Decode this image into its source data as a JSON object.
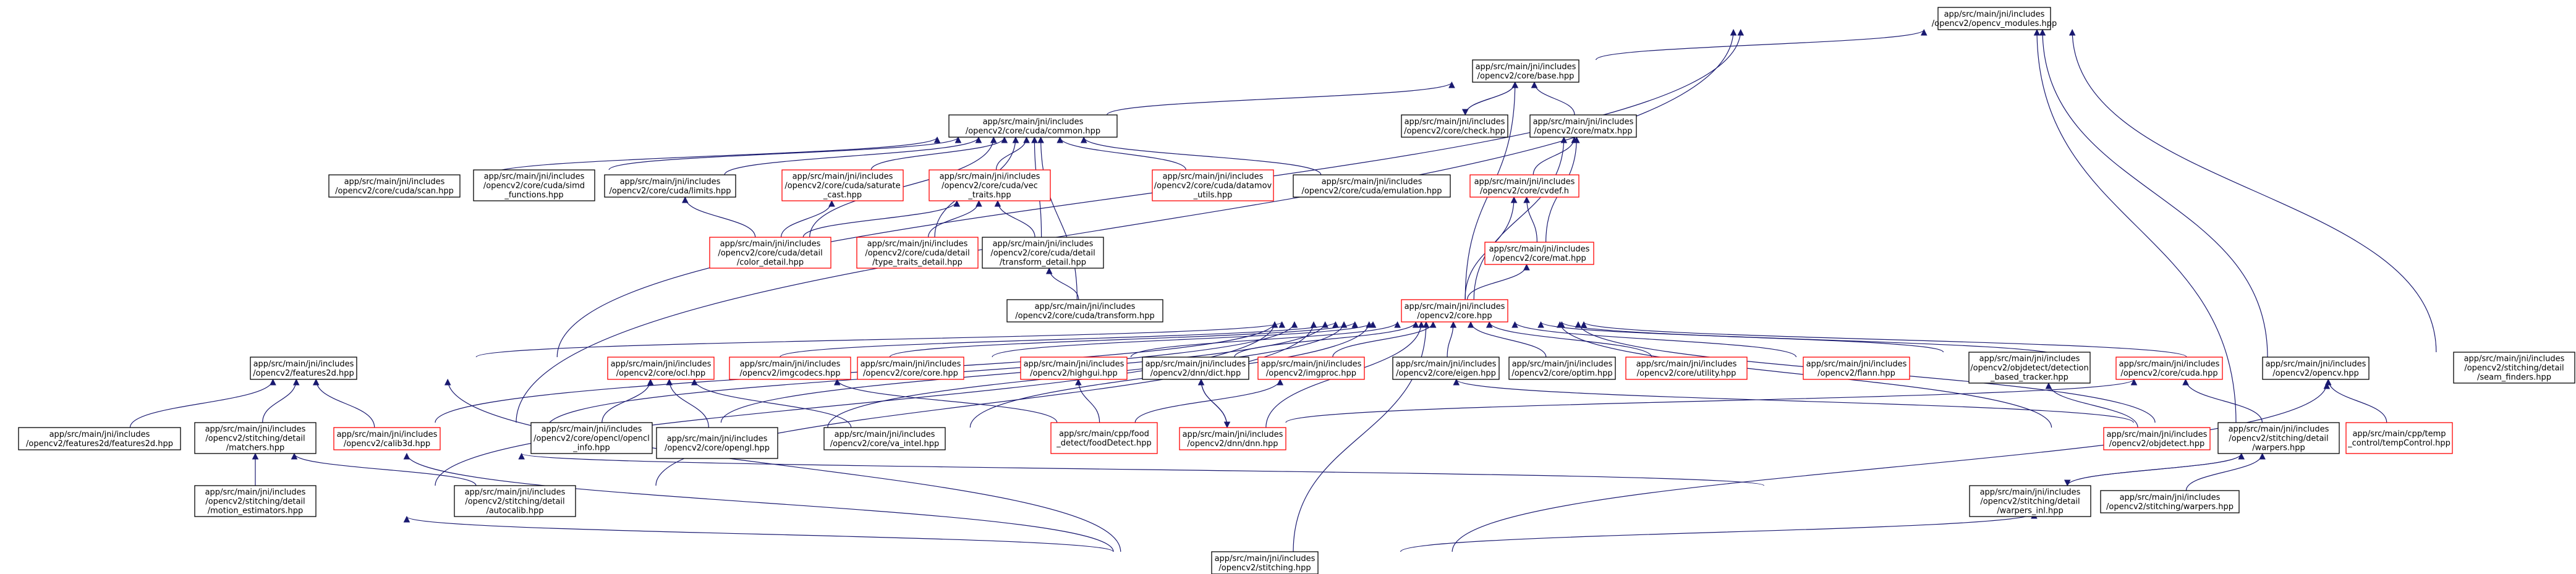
{
  "colors": {
    "background": "#ffffff",
    "root_fill": "#bfbfbf",
    "border_default": "#000000",
    "border_truncated": "#ff0000",
    "edge": "#191970"
  },
  "nodes": [
    {
      "id": "n0",
      "lines": [
        "app/src/main/jni/includes",
        "/opencv2/opencv_modules.hpp"
      ],
      "style": "root"
    },
    {
      "id": "n1",
      "lines": [
        "app/src/main/jni/includes",
        "/opencv2/core/base.hpp"
      ],
      "style": "normal"
    },
    {
      "id": "n2",
      "lines": [
        "app/src/main/jni/includes",
        "/opencv2/core/cuda/common.hpp"
      ],
      "style": "normal"
    },
    {
      "id": "n3",
      "lines": [
        "app/src/main/jni/includes",
        "/opencv2/core/check.hpp"
      ],
      "style": "normal"
    },
    {
      "id": "n4",
      "lines": [
        "app/src/main/jni/includes",
        "/opencv2/core/matx.hpp"
      ],
      "style": "normal"
    },
    {
      "id": "n5",
      "lines": [
        "app/src/main/jni/includes",
        "/opencv2/core/cuda/scan.hpp"
      ],
      "style": "normal"
    },
    {
      "id": "n6",
      "lines": [
        "app/src/main/jni/includes",
        "/opencv2/core/cuda/simd",
        "_functions.hpp"
      ],
      "style": "normal"
    },
    {
      "id": "n7",
      "lines": [
        "app/src/main/jni/includes",
        "/opencv2/core/cuda/limits.hpp"
      ],
      "style": "normal"
    },
    {
      "id": "n8",
      "lines": [
        "app/src/main/jni/includes",
        "/opencv2/core/cuda/saturate",
        "_cast.hpp"
      ],
      "style": "truncated"
    },
    {
      "id": "n9",
      "lines": [
        "app/src/main/jni/includes",
        "/opencv2/core/cuda/vec",
        "_traits.hpp"
      ],
      "style": "truncated"
    },
    {
      "id": "n10",
      "lines": [
        "app/src/main/jni/includes",
        "/opencv2/core/cuda/datamov",
        "_utils.hpp"
      ],
      "style": "truncated"
    },
    {
      "id": "n11",
      "lines": [
        "app/src/main/jni/includes",
        "/opencv2/core/cuda/emulation.hpp"
      ],
      "style": "normal"
    },
    {
      "id": "n12",
      "lines": [
        "app/src/main/jni/includes",
        "/opencv2/core/cvdef.h"
      ],
      "style": "truncated"
    },
    {
      "id": "n13",
      "lines": [
        "app/src/main/jni/includes",
        "/opencv2/core/cuda/detail",
        "/color_detail.hpp"
      ],
      "style": "truncated"
    },
    {
      "id": "n14",
      "lines": [
        "app/src/main/jni/includes",
        "/opencv2/core/cuda/detail",
        "/type_traits_detail.hpp"
      ],
      "style": "truncated"
    },
    {
      "id": "n15",
      "lines": [
        "app/src/main/jni/includes",
        "/opencv2/core/cuda/detail",
        "/transform_detail.hpp"
      ],
      "style": "normal"
    },
    {
      "id": "n16",
      "lines": [
        "app/src/main/jni/includes",
        "/opencv2/core/mat.hpp"
      ],
      "style": "truncated"
    },
    {
      "id": "n17",
      "lines": [
        "app/src/main/jni/includes",
        "/opencv2/core/cuda/transform.hpp"
      ],
      "style": "normal"
    },
    {
      "id": "n18",
      "lines": [
        "app/src/main/jni/includes",
        "/opencv2/core.hpp"
      ],
      "style": "truncated"
    },
    {
      "id": "n19",
      "lines": [
        "app/src/main/jni/includes",
        "/opencv2/features2d.hpp"
      ],
      "style": "normal"
    },
    {
      "id": "n20",
      "lines": [
        "app/src/main/jni/includes",
        "/opencv2/core/ocl.hpp"
      ],
      "style": "truncated"
    },
    {
      "id": "n21",
      "lines": [
        "app/src/main/jni/includes",
        "/opencv2/imgcodecs.hpp"
      ],
      "style": "truncated"
    },
    {
      "id": "n22",
      "lines": [
        "app/src/main/jni/includes",
        "/opencv2/core/core.hpp"
      ],
      "style": "truncated"
    },
    {
      "id": "n23",
      "lines": [
        "app/src/main/jni/includes",
        "/opencv2/highgui.hpp"
      ],
      "style": "truncated"
    },
    {
      "id": "n24",
      "lines": [
        "app/src/main/jni/includes",
        "/opencv2/dnn/dict.hpp"
      ],
      "style": "normal"
    },
    {
      "id": "n25",
      "lines": [
        "app/src/main/jni/includes",
        "/opencv2/imgproc.hpp"
      ],
      "style": "truncated"
    },
    {
      "id": "n26",
      "lines": [
        "app/src/main/jni/includes",
        "/opencv2/core/eigen.hpp"
      ],
      "style": "normal"
    },
    {
      "id": "n27",
      "lines": [
        "app/src/main/jni/includes",
        "/opencv2/core/optim.hpp"
      ],
      "style": "normal"
    },
    {
      "id": "n28",
      "lines": [
        "app/src/main/jni/includes",
        "/opencv2/core/utility.hpp"
      ],
      "style": "truncated"
    },
    {
      "id": "n29",
      "lines": [
        "app/src/main/jni/includes",
        "/opencv2/flann.hpp"
      ],
      "style": "truncated"
    },
    {
      "id": "n30",
      "lines": [
        "app/src/main/jni/includes",
        "/opencv2/objdetect/detection",
        "_based_tracker.hpp"
      ],
      "style": "normal"
    },
    {
      "id": "n31",
      "lines": [
        "app/src/main/jni/includes",
        "/opencv2/core/cuda.hpp"
      ],
      "style": "truncated"
    },
    {
      "id": "n32",
      "lines": [
        "app/src/main/jni/includes",
        "/opencv2/opencv.hpp"
      ],
      "style": "normal"
    },
    {
      "id": "n33",
      "lines": [
        "app/src/main/jni/includes",
        "/opencv2/stitching/detail",
        "/seam_finders.hpp"
      ],
      "style": "normal"
    },
    {
      "id": "n34",
      "lines": [
        "app/src/main/jni/includes",
        "/opencv2/features2d/features2d.hpp"
      ],
      "style": "normal"
    },
    {
      "id": "n35",
      "lines": [
        "app/src/main/jni/includes",
        "/opencv2/stitching/detail",
        "/matchers.hpp"
      ],
      "style": "normal"
    },
    {
      "id": "n36",
      "lines": [
        "app/src/main/jni/includes",
        "/opencv2/calib3d.hpp"
      ],
      "style": "truncated"
    },
    {
      "id": "n37",
      "lines": [
        "app/src/main/jni/includes",
        "/opencv2/core/opencl/opencl",
        "_info.hpp"
      ],
      "style": "normal"
    },
    {
      "id": "n38",
      "lines": [
        "app/src/main/jni/includes",
        "/opencv2/core/opengl.hpp"
      ],
      "style": "normal"
    },
    {
      "id": "n39",
      "lines": [
        "app/src/main/jni/includes",
        "/opencv2/core/va_intel.hpp"
      ],
      "style": "normal"
    },
    {
      "id": "n40",
      "lines": [
        "app/src/main/cpp/food",
        "_detect/foodDetect.hpp"
      ],
      "style": "truncated"
    },
    {
      "id": "n41",
      "lines": [
        "app/src/main/jni/includes",
        "/opencv2/dnn/dnn.hpp"
      ],
      "style": "truncated"
    },
    {
      "id": "n42",
      "lines": [
        "app/src/main/jni/includes",
        "/opencv2/objdetect.hpp"
      ],
      "style": "truncated"
    },
    {
      "id": "n43",
      "lines": [
        "app/src/main/jni/includes",
        "/opencv2/stitching/detail",
        "/warpers.hpp"
      ],
      "style": "normal"
    },
    {
      "id": "n44",
      "lines": [
        "app/src/main/cpp/temp",
        "_control/tempControl.hpp"
      ],
      "style": "truncated"
    },
    {
      "id": "n45",
      "lines": [
        "app/src/main/jni/includes",
        "/opencv2/stitching/detail",
        "/motion_estimators.hpp"
      ],
      "style": "normal"
    },
    {
      "id": "n46",
      "lines": [
        "app/src/main/jni/includes",
        "/opencv2/stitching/detail",
        "/autocalib.hpp"
      ],
      "style": "normal"
    },
    {
      "id": "n47",
      "lines": [
        "app/src/main/jni/includes",
        "/opencv2/stitching/detail",
        "/warpers_inl.hpp"
      ],
      "style": "normal"
    },
    {
      "id": "n48",
      "lines": [
        "app/src/main/jni/includes",
        "/opencv2/stitching/warpers.hpp"
      ],
      "style": "normal"
    },
    {
      "id": "n49",
      "lines": [
        "app/src/main/jni/includes",
        "/opencv2/stitching.hpp"
      ],
      "style": "normal"
    }
  ]
}
